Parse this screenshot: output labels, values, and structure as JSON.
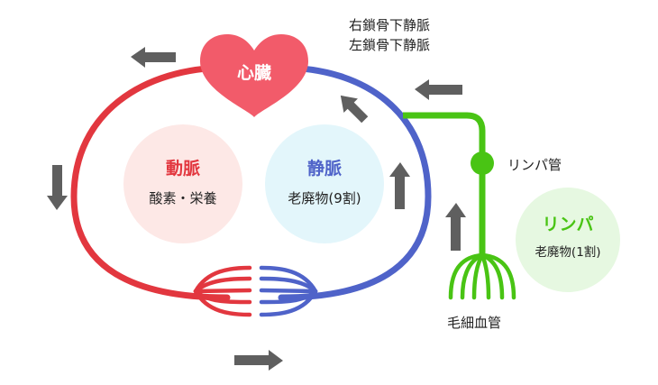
{
  "heart": {
    "label": "心臓"
  },
  "subclavian": {
    "right": "右鎖骨下静脈",
    "left": "左鎖骨下静脈"
  },
  "artery": {
    "title": "動脈",
    "content": "酸素・栄養"
  },
  "vein": {
    "title": "静脈",
    "content": "老廃物(9割)"
  },
  "lymph": {
    "title": "リンパ",
    "content": "老廃物(1割)",
    "node_label": "リンパ管"
  },
  "capillary": {
    "label": "毛細血管"
  },
  "colors": {
    "artery": "#e2373f",
    "vein": "#4f63c9",
    "lymph": "#49c414",
    "heart": "#f25b6a",
    "arrow": "#5f5f5f",
    "artery_bubble": "#fde8e6",
    "vein_bubble": "#e3f6fb",
    "lymph_bubble": "#e6f8e1"
  }
}
